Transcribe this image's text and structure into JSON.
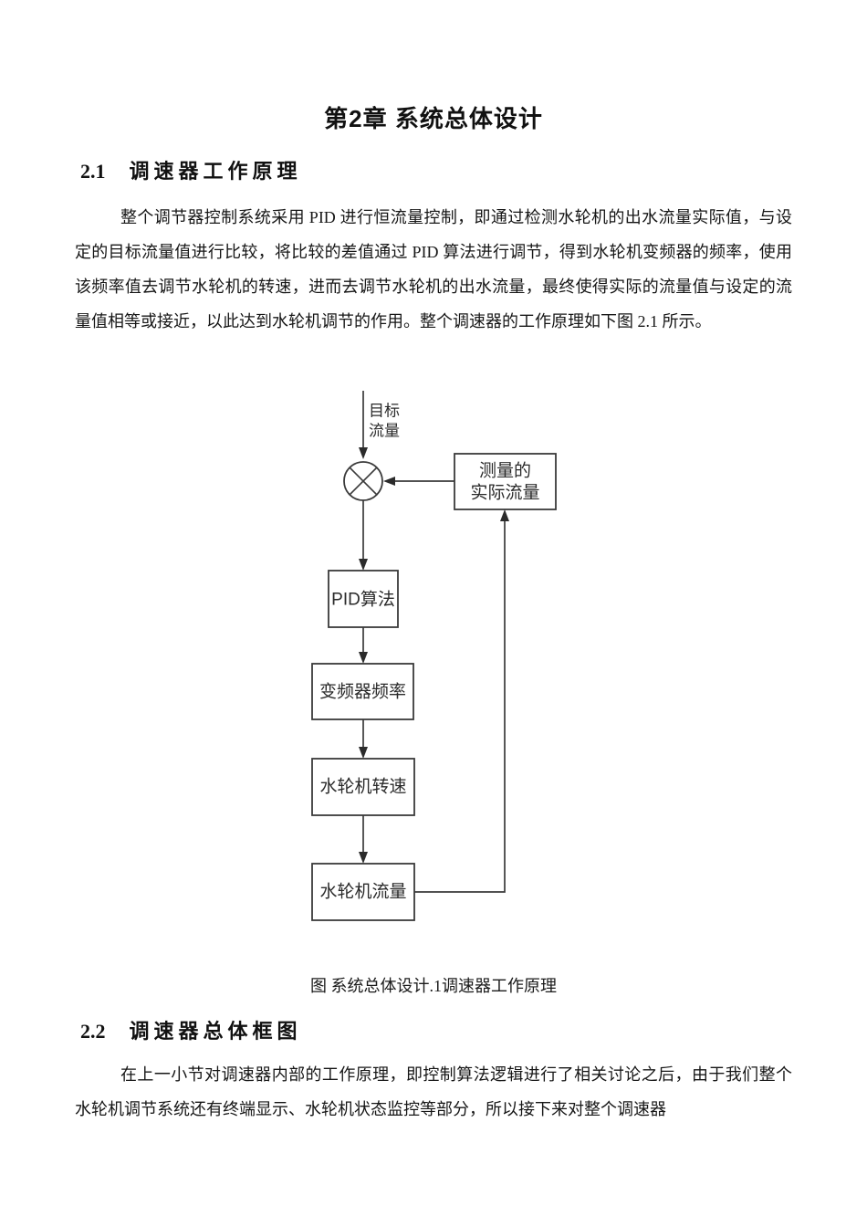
{
  "document": {
    "chapter_title": "第2章 系统总体设计",
    "section_1": {
      "number": "2.1",
      "title": "调速器工作原理",
      "paragraph": "整个调节器控制系统采用 PID 进行恒流量控制，即通过检测水轮机的出水流量实际值，与设定的目标流量值进行比较，将比较的差值通过 PID 算法进行调节，得到水轮机变频器的频率，使用该频率值去调节水轮机的转速，进而去调节水轮机的出水流量，最终使得实际的流量值与设定的流量值相等或接近，以此达到水轮机调节的作用。整个调速器的工作原理如下图 2.1 所示。"
    },
    "figure": {
      "caption": "图  系统总体设计.1调速器工作原理",
      "target_flow_line1": "目标",
      "target_flow_line2": "流量",
      "measured_flow_line1": "测量的",
      "measured_flow_line2": "实际流量",
      "pid_label": "PID算法",
      "vfd_label": "变频器频率",
      "turbine_speed_label": "水轮机转速",
      "turbine_flow_label": "水轮机流量"
    },
    "section_2": {
      "number": "2.2",
      "title": "调速器总体框图",
      "paragraph": "在上一小节对调速器内部的工作原理，即控制算法逻辑进行了相关讨论之后，由于我们整个水轮机调节系统还有终端显示、水轮机状态监控等部分，所以接下来对整个调速器"
    },
    "colors": {
      "page_background": "#ffffff",
      "text_ink": "#141414",
      "diagram_line": "#3a3a3a"
    }
  }
}
